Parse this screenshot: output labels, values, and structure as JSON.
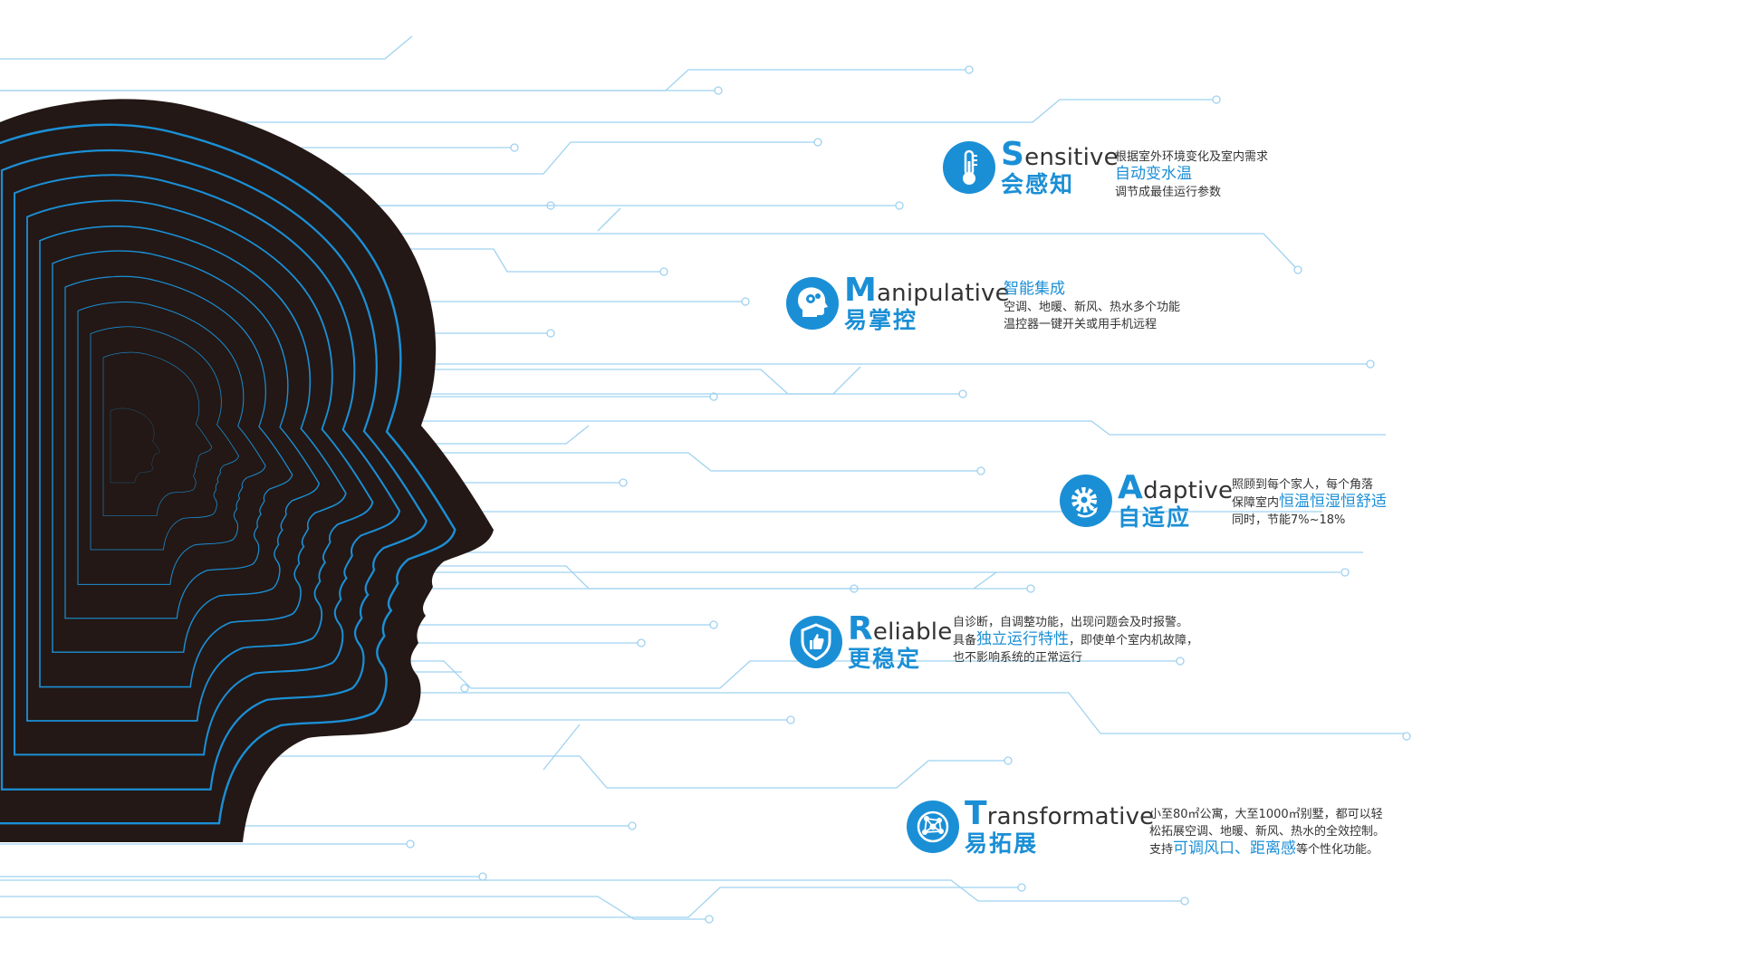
{
  "features": [
    {
      "key": "sensitive",
      "en_cap": "S",
      "en_rest": "ensitive",
      "cn": "会感知",
      "icon": "thermometer-icon",
      "lines": [
        [
          {
            "t": "根据室外环境变化及室内需求"
          }
        ],
        [
          {
            "t": "自动变水温",
            "hl": true
          }
        ],
        [
          {
            "t": "调节成最佳运行参数"
          }
        ]
      ]
    },
    {
      "key": "manipulative",
      "en_cap": "M",
      "en_rest": "anipulative",
      "cn": "易掌控",
      "icon": "head-gear-icon",
      "lines": [
        [
          {
            "t": "智能集成",
            "hl": true
          }
        ],
        [
          {
            "t": "空调、地暖、新风、热水多个功能"
          }
        ],
        [
          {
            "t": "温控器一键开关或用手机远程"
          }
        ]
      ]
    },
    {
      "key": "adaptive",
      "en_cap": "A",
      "en_rest": "daptive",
      "cn": "自适应",
      "icon": "adaptive-gear-icon",
      "lines": [
        [
          {
            "t": "照顾到每个家人，每个角落"
          }
        ],
        [
          {
            "t": "保障室内"
          },
          {
            "t": "恒温恒湿恒舒适",
            "hl": true
          }
        ],
        [
          {
            "t": "同时，节能7%~18%"
          }
        ]
      ]
    },
    {
      "key": "reliable",
      "en_cap": "R",
      "en_rest": "eliable",
      "cn": "更稳定",
      "icon": "shield-thumb-icon",
      "lines": [
        [
          {
            "t": "自诊断，自调整功能，出现问题会及时报警。"
          }
        ],
        [
          {
            "t": "具备"
          },
          {
            "t": "独立运行特性",
            "hl": true
          },
          {
            "t": "，即使单个室内机故障，"
          }
        ],
        [
          {
            "t": "也不影响系统的正常运行"
          }
        ]
      ]
    },
    {
      "key": "transformative",
      "en_cap": "T",
      "en_rest": "ransformative",
      "cn": "易拓展",
      "icon": "network-icon",
      "lines": [
        [
          {
            "t": "小至80㎡公寓，大至1000㎡别墅，都可以轻"
          }
        ],
        [
          {
            "t": "松拓展空调、地暖、新风、热水的全效控制。"
          }
        ],
        [
          {
            "t": "支持"
          },
          {
            "t": "可调风口、距离感",
            "hl": true
          },
          {
            "t": "等个性化功能。"
          }
        ]
      ]
    }
  ],
  "colors": {
    "accent": "#1b8fd6",
    "head": "#231815",
    "circuit": "#9fd2f0",
    "text": "#333333"
  }
}
